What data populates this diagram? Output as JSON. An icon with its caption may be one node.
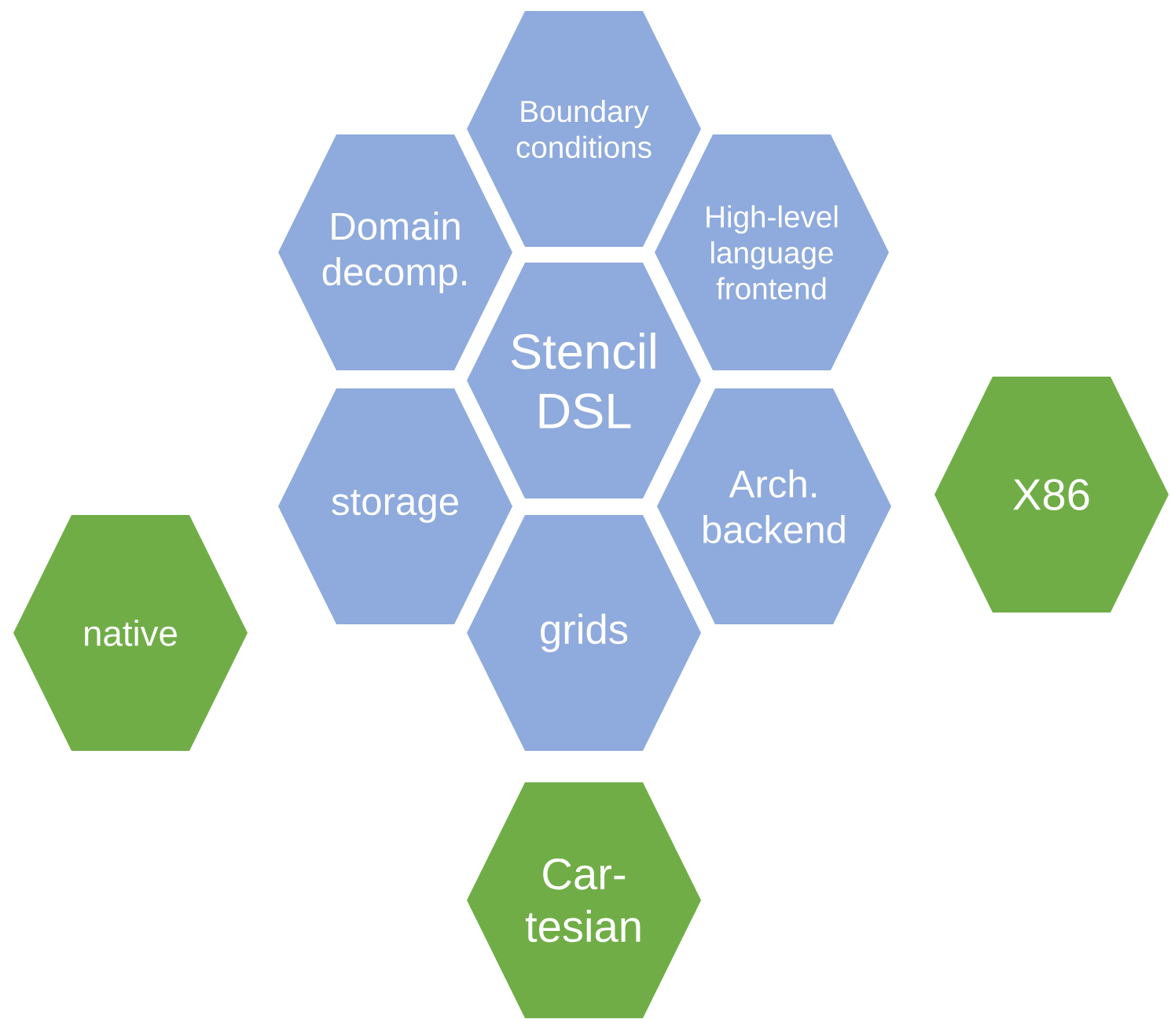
{
  "diagram": {
    "nodes": [
      {
        "text": [
          "Boundary conditions"
        ]
      },
      {
        "text": [
          "Domain decomp."
        ]
      },
      {
        "text": [
          "High-level language frontend"
        ]
      },
      {
        "text": [
          "Stencil DSL"
        ]
      },
      {
        "text": [
          "storage"
        ]
      },
      {
        "text": [
          "Arch. backend"
        ]
      },
      {
        "text": [
          "X86"
        ]
      },
      {
        "text": [
          "grids"
        ]
      },
      {
        "text": [
          "native"
        ]
      },
      {
        "text": [
          "Car- tesian"
        ]
      }
    ]
  }
}
